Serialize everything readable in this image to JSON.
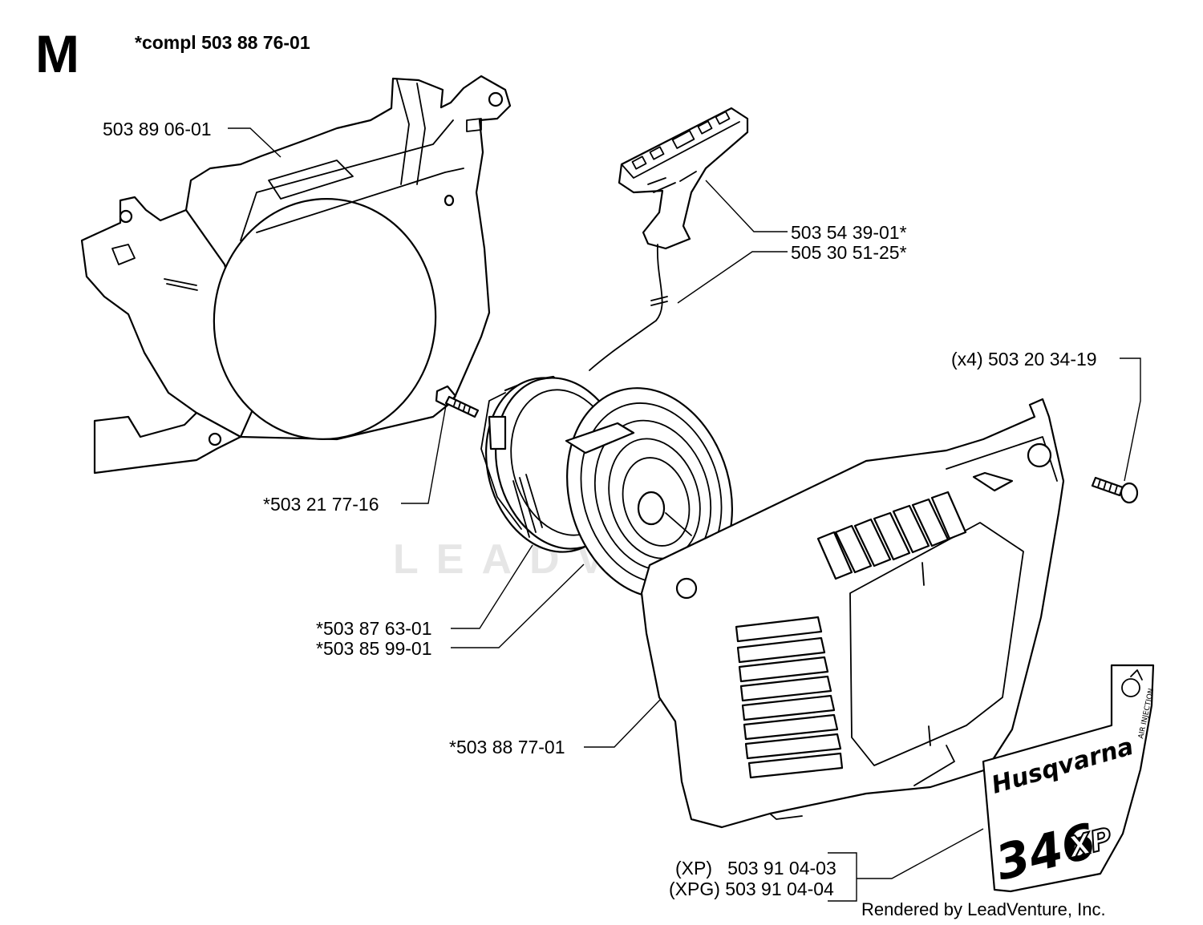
{
  "section_letter": "M",
  "assembly_label": "*compl 503 88 76-01",
  "callouts": {
    "housing": "503 89 06-01",
    "handle": "503 54 39-01*",
    "rope": "505 30 51-25*",
    "screw_x4": "(x4) 503 20 34-19",
    "center_screw": "*503 21 77-16",
    "pulley": "*503 87 63-01",
    "spring": "*503 85 99-01",
    "cover": "*503 88 77-01",
    "decal_xp": "(XP)   503 91 04-03",
    "decal_xpg": "(XPG) 503 91 04-04"
  },
  "decal": {
    "brand": "Husqvarna",
    "model_number": "346",
    "model_suffix": "XP",
    "feature": "AIR INJECTION"
  },
  "watermark": "LEADVENTURE",
  "footer": "Rendered by LeadVenture, Inc."
}
